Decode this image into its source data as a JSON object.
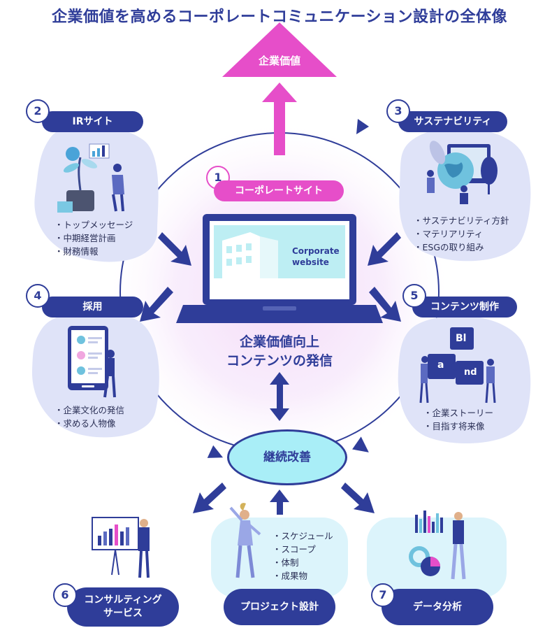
{
  "title": "企業価値を高めるコーポレートコミュニケーション設計の全体像",
  "top_goal": "企業価値",
  "center": {
    "number": "1",
    "label": "コーポレートサイト",
    "screen_text": [
      "Corporate",
      "website"
    ],
    "caption_line1": "企業価値向上",
    "caption_line2": "コンテンツの発信"
  },
  "improvement": "継続改善",
  "sections": {
    "ir": {
      "number": "2",
      "label": "IRサイト",
      "items": [
        "トップメッセージ",
        "中期経営計画",
        "財務情報"
      ]
    },
    "sustainability": {
      "number": "3",
      "label": "サステナビリティ",
      "items": [
        "サステナビリティ方針",
        "マテリアリティ",
        "ESGの取り組み"
      ]
    },
    "recruit": {
      "number": "4",
      "label": "採用",
      "items": [
        "企業文化の発信",
        "求める人物像"
      ]
    },
    "content": {
      "number": "5",
      "label": "コンテンツ制作",
      "items": [
        "企業ストーリー",
        "目指す将来像"
      ],
      "puzzle": [
        "Bl",
        "a",
        "nd"
      ]
    },
    "consulting": {
      "number": "6",
      "label_line1": "コンサルティング",
      "label_line2": "サービス"
    },
    "project": {
      "label": "プロジェクト設計",
      "items": [
        "スケジュール",
        "スコープ",
        "体制",
        "成果物"
      ]
    },
    "data": {
      "number": "7",
      "label": "データ分析"
    }
  },
  "colors": {
    "navy": "#2f3d99",
    "pink": "#e64ec9",
    "lavender": "#dfe3f8",
    "aqua": "#a9eef7",
    "light_aqua": "#dcf4fb"
  }
}
